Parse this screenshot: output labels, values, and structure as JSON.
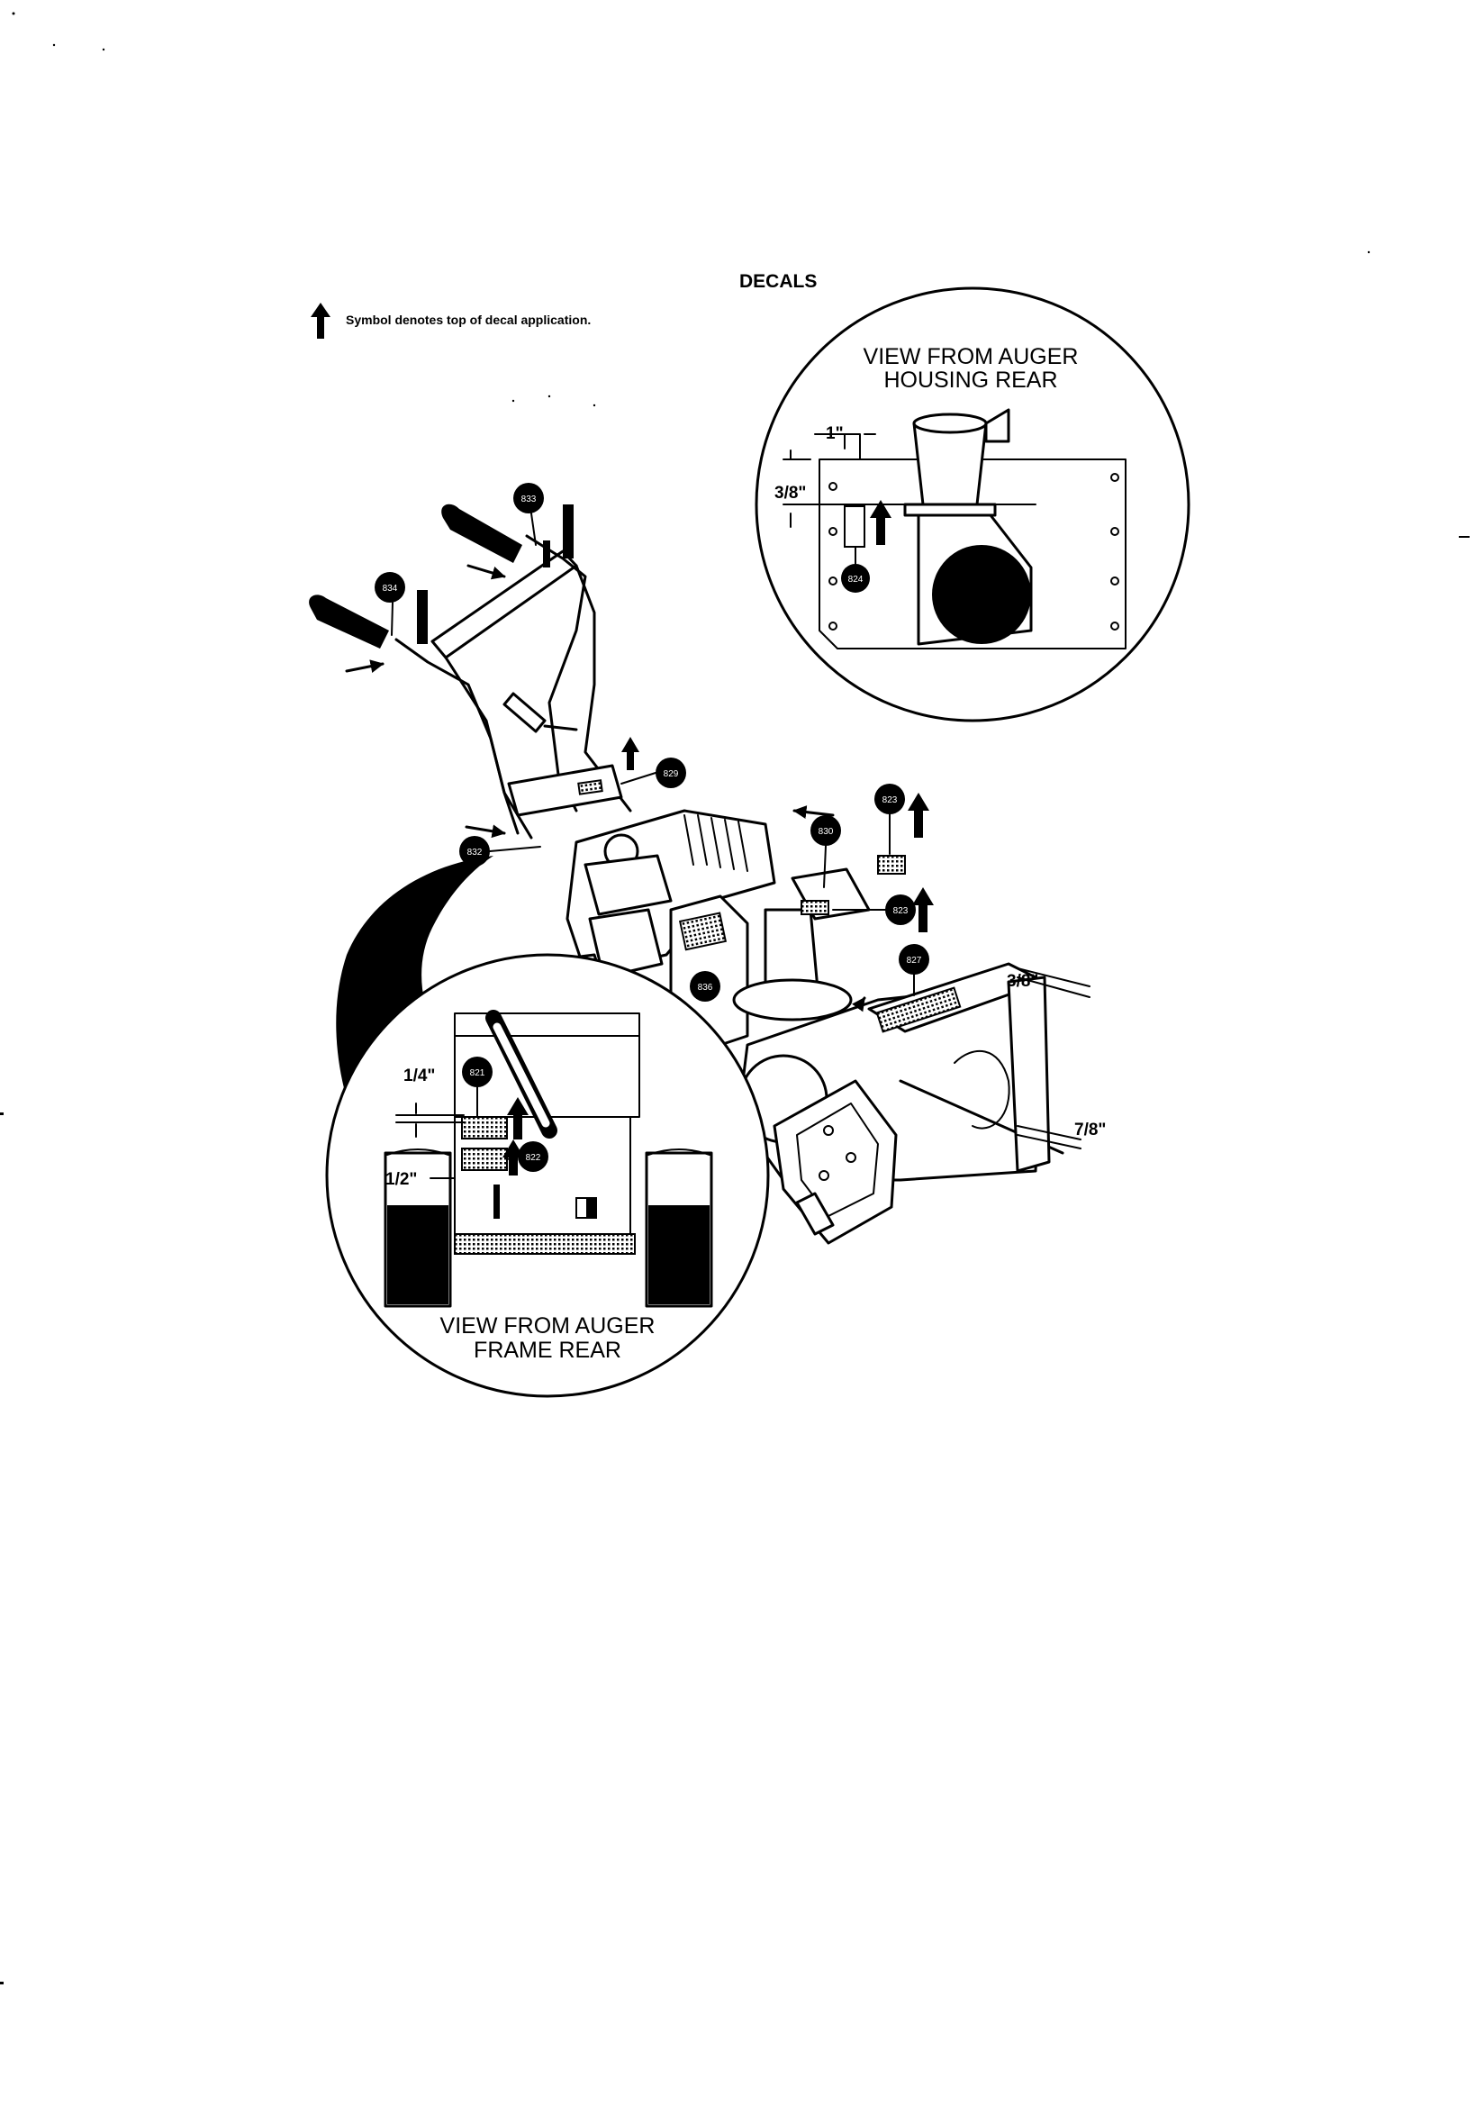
{
  "title": "DECALS",
  "legend": {
    "text": "Symbol denotes top of decal application."
  },
  "views": {
    "housing_rear": {
      "line1": "VIEW FROM AUGER",
      "line2": "HOUSING REAR"
    },
    "frame_rear": {
      "line1": "VIEW FROM AUGER",
      "line2": "FRAME REAR"
    }
  },
  "dimensions": {
    "housing_1in": "1\"",
    "housing_3_8": "3/8\"",
    "frame_1_4": "1/4\"",
    "frame_1_2": "1/2\"",
    "main_3_8": "3/8\"",
    "main_7_8": "7/8\""
  },
  "callouts": [
    {
      "id": "833",
      "label": "833"
    },
    {
      "id": "834",
      "label": "834"
    },
    {
      "id": "829",
      "label": "829"
    },
    {
      "id": "832",
      "label": "832"
    },
    {
      "id": "830",
      "label": "830"
    },
    {
      "id": "823a",
      "label": "823"
    },
    {
      "id": "823b",
      "label": "823"
    },
    {
      "id": "827",
      "label": "827"
    },
    {
      "id": "836",
      "label": "836"
    },
    {
      "id": "824",
      "label": "824"
    },
    {
      "id": "821",
      "label": "821"
    },
    {
      "id": "822",
      "label": "822"
    }
  ]
}
